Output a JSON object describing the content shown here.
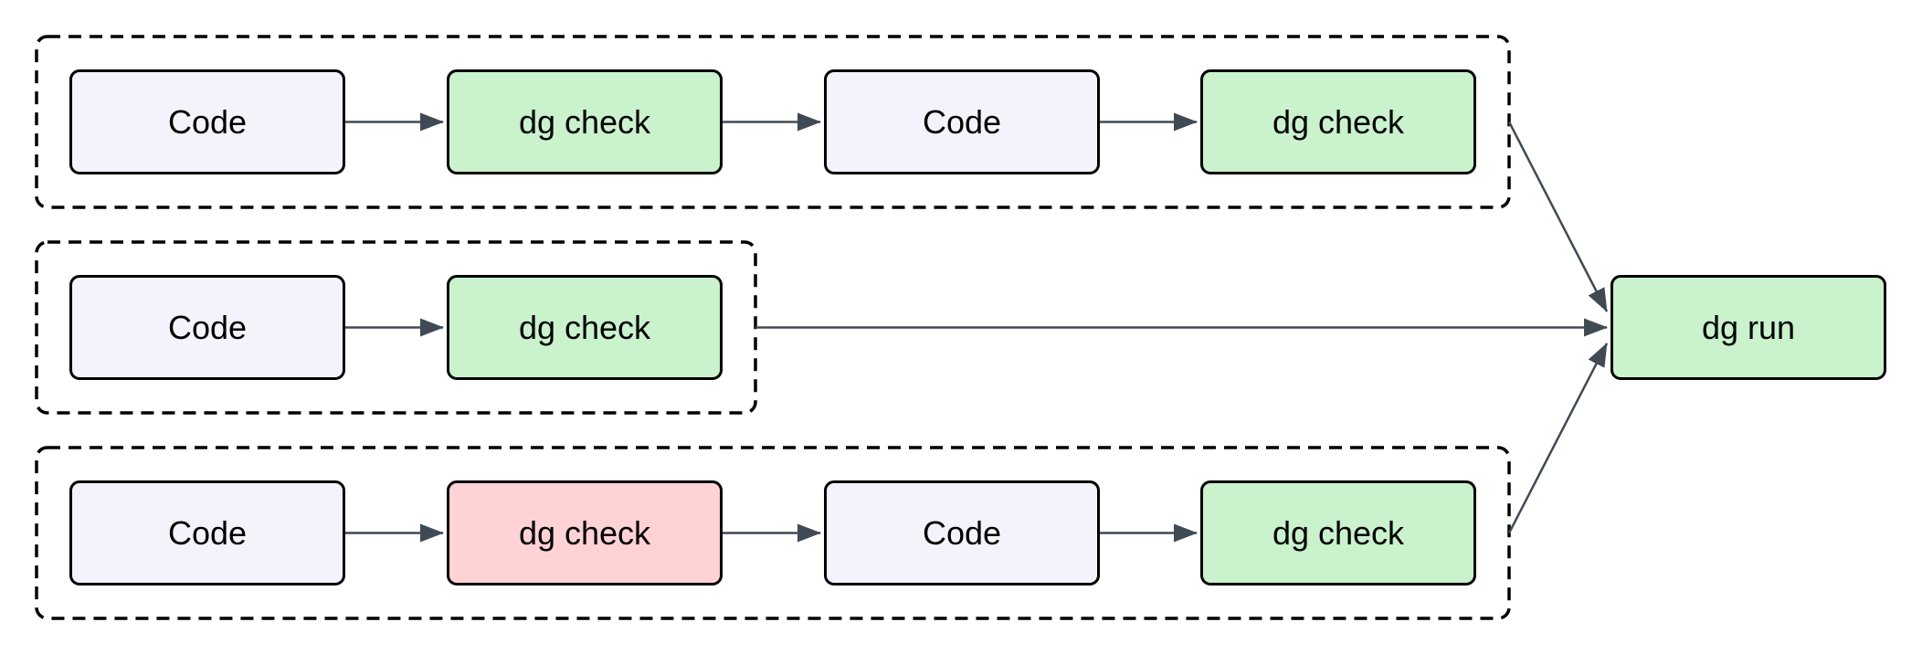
{
  "diagram": {
    "type": "flowchart",
    "direction": "left-to-right",
    "groups": [
      {
        "id": "group-top",
        "nodes": [
          {
            "label": "Code",
            "status": "neutral"
          },
          {
            "label": "dg check",
            "status": "pass"
          },
          {
            "label": "Code",
            "status": "neutral"
          },
          {
            "label": "dg check",
            "status": "pass"
          }
        ]
      },
      {
        "id": "group-middle",
        "nodes": [
          {
            "label": "Code",
            "status": "neutral"
          },
          {
            "label": "dg check",
            "status": "pass"
          }
        ]
      },
      {
        "id": "group-bottom",
        "nodes": [
          {
            "label": "Code",
            "status": "neutral"
          },
          {
            "label": "dg check",
            "status": "fail"
          },
          {
            "label": "Code",
            "status": "neutral"
          },
          {
            "label": "dg check",
            "status": "pass"
          }
        ]
      }
    ],
    "sink": {
      "label": "dg run",
      "status": "pass"
    },
    "edges": [
      {
        "from": "group-top.Code.1",
        "to": "group-top.dg check.1"
      },
      {
        "from": "group-top.dg check.1",
        "to": "group-top.Code.2"
      },
      {
        "from": "group-top.Code.2",
        "to": "group-top.dg check.2"
      },
      {
        "from": "group-middle.Code.1",
        "to": "group-middle.dg check.1"
      },
      {
        "from": "group-bottom.Code.1",
        "to": "group-bottom.dg check.1"
      },
      {
        "from": "group-bottom.dg check.1",
        "to": "group-bottom.Code.2"
      },
      {
        "from": "group-bottom.Code.2",
        "to": "group-bottom.dg check.2"
      },
      {
        "from": "group-top",
        "to": "dg run"
      },
      {
        "from": "group-middle",
        "to": "dg run"
      },
      {
        "from": "group-bottom",
        "to": "dg run"
      }
    ],
    "colors": {
      "background": "#ffffff",
      "code_fill": "#f3f4fb",
      "pass_fill": "#c9f2cd",
      "fail_fill": "#ffd2d6",
      "node_border": "#000000",
      "group_border": "#000000",
      "edge": "#404a55",
      "text": "#000000"
    }
  }
}
